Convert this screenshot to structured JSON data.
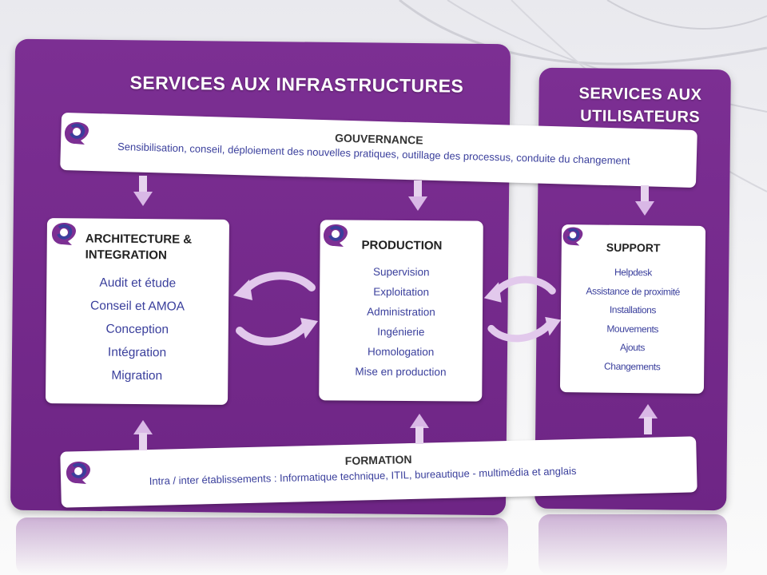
{
  "panels": {
    "infrastructures_title": "SERVICES AUX INFRASTRUCTURES",
    "users_title_line1": "SERVICES AUX",
    "users_title_line2": "UTILISATEURS"
  },
  "gouvernance": {
    "title": "GOUVERNANCE",
    "text": "Sensibilisation, conseil, déploiement des nouvelles pratiques, outillage des processus, conduite du changement"
  },
  "architecture": {
    "title_line1": "ARCHITECTURE &",
    "title_line2": "INTEGRATION",
    "items": [
      "Audit et étude",
      "Conseil et AMOA",
      "Conception",
      "Intégration",
      "Migration"
    ]
  },
  "production": {
    "title": "PRODUCTION",
    "items": [
      "Supervision",
      "Exploitation",
      "Administration",
      "Ingénierie",
      "Homologation",
      "Mise en production"
    ]
  },
  "support": {
    "title": "SUPPORT",
    "items": [
      "Helpdesk",
      "Assistance de proximité",
      "Installations",
      "Mouvements",
      "Ajouts",
      "Changements"
    ]
  },
  "formation": {
    "title": "FORMATION",
    "text": "Intra / inter établissements : Informatique technique, ITIL, bureautique - multimédia et anglais"
  },
  "colors": {
    "panel_purple": "#7c2f93",
    "text_blue": "#3a3f9c",
    "arrow_lilac": "#d9b8e6"
  },
  "icons": [
    "logo-icon",
    "arrow-down-icon",
    "arrow-up-icon",
    "cycle-arrows-icon"
  ]
}
